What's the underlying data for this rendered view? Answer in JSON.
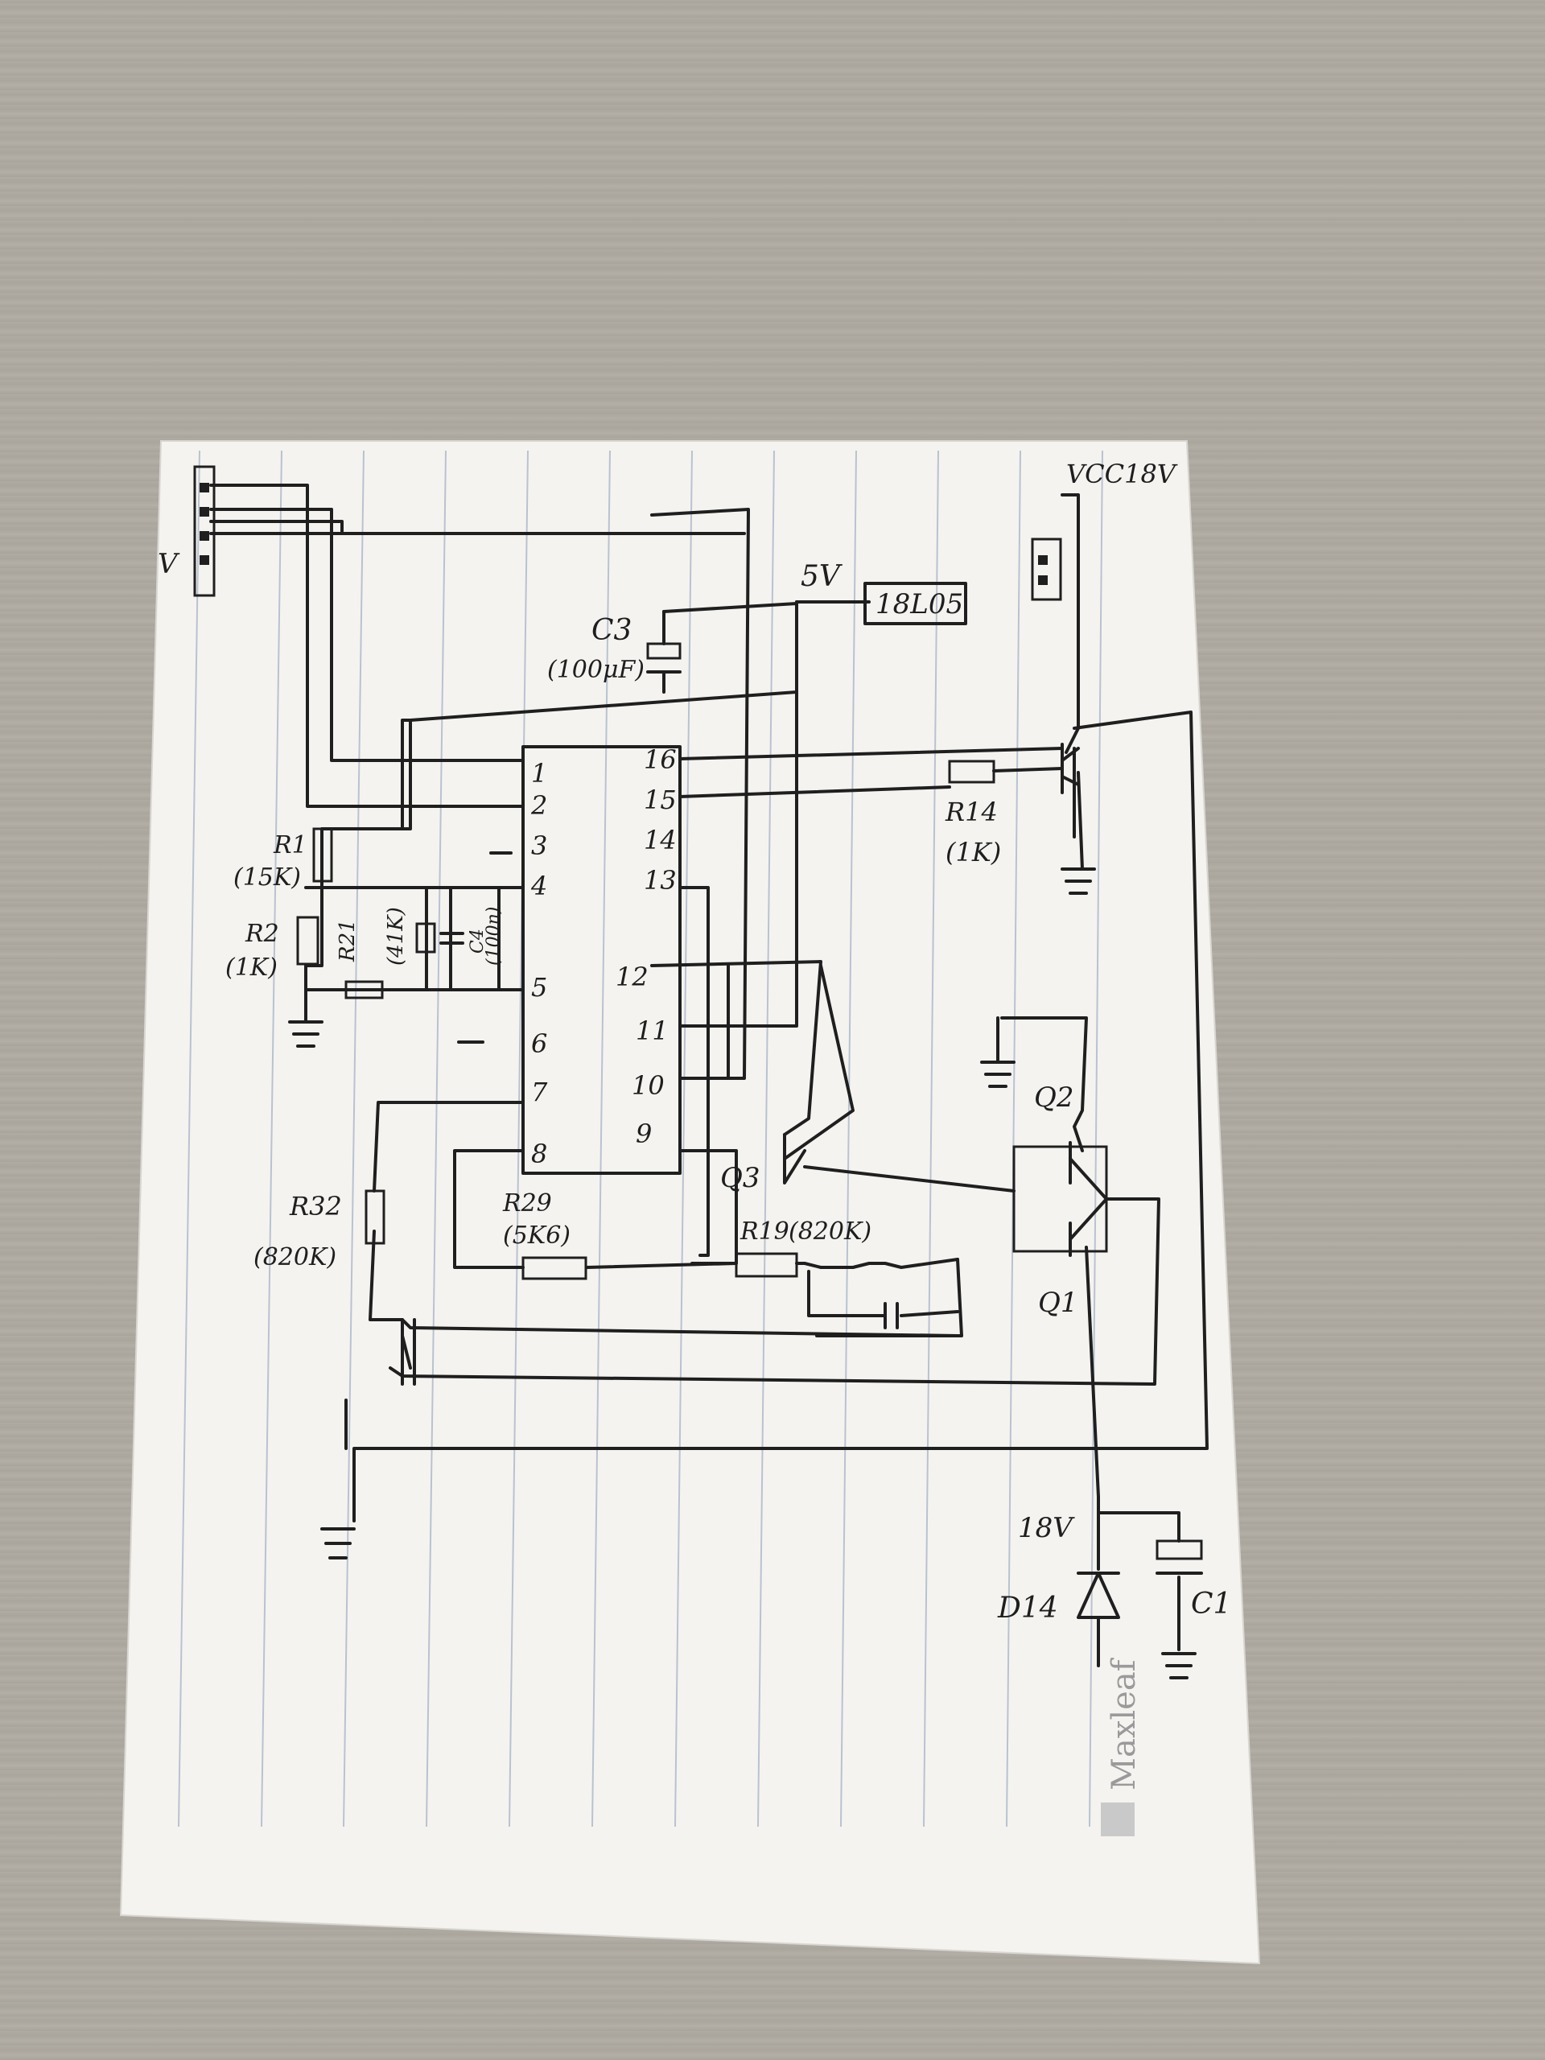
{
  "connector_left": {
    "label": "V"
  },
  "connector_right": {
    "label": "VCC18V"
  },
  "regulator": {
    "label": "18L05",
    "out_label": "5V"
  },
  "ic": {
    "pins_left": [
      "1",
      "2",
      "3",
      "4",
      "5",
      "6",
      "7",
      "8"
    ],
    "pins_right": [
      "16",
      "15",
      "14",
      "13",
      "12",
      "11",
      "10",
      "9"
    ]
  },
  "components": {
    "c3": {
      "ref": "C3",
      "value": "(100μF)"
    },
    "r1": {
      "ref": "R1",
      "value": "(15K)"
    },
    "r2": {
      "ref": "R2",
      "value": "(1K)"
    },
    "r21": {
      "ref": "R21",
      "value": "(41K)"
    },
    "c4": {
      "ref": "C4",
      "value": "(100n)"
    },
    "r14": {
      "ref": "R14",
      "value": "(1K)"
    },
    "r32": {
      "ref": "R32",
      "value": "(820K)"
    },
    "r29": {
      "ref": "R29",
      "value": "(5K6)"
    },
    "r19": {
      "ref": "R19",
      "value": "(820K)"
    },
    "q1": {
      "ref": "Q1"
    },
    "q2": {
      "ref": "Q2"
    },
    "q3": {
      "ref": "Q3"
    },
    "d14": {
      "ref": "D14"
    },
    "c1": {
      "ref": "C1"
    }
  },
  "rail_18v": {
    "label": "18V"
  },
  "watermark": {
    "text": "Maxleaf"
  },
  "colors": {
    "paper": "#f4f3f0",
    "ink": "#1f1f1f",
    "rule_lines": "#b9c2cf",
    "background": "#aca79f"
  }
}
